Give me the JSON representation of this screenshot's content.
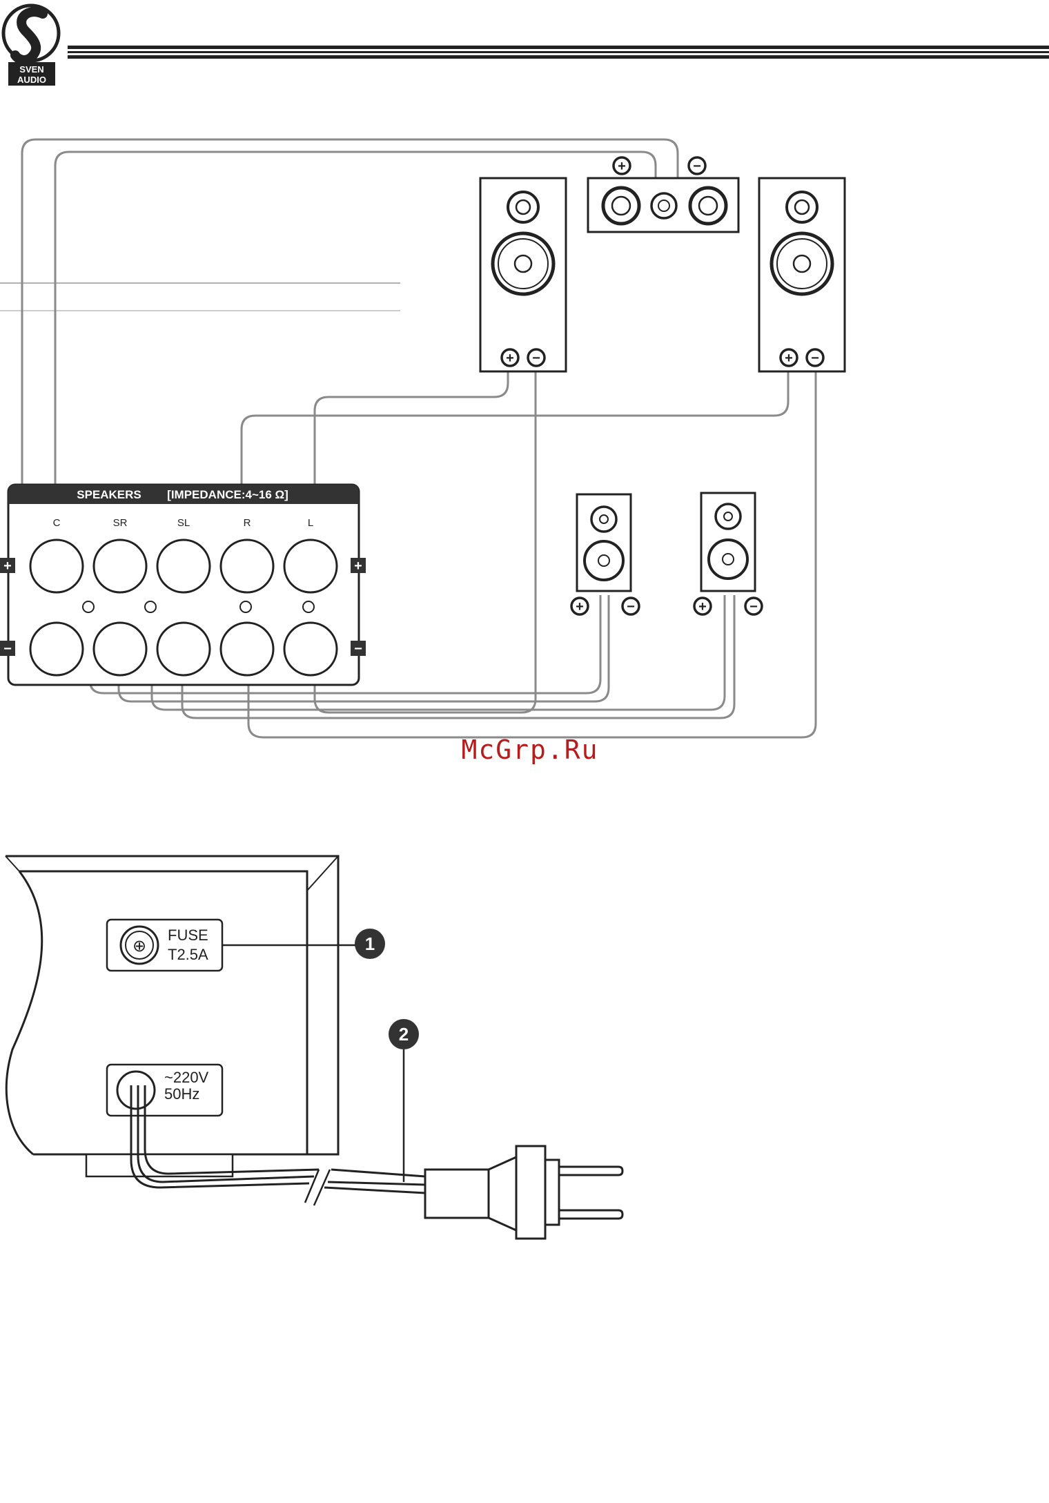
{
  "header": {
    "logo_text_line1": "SVEN",
    "logo_text_line2": "AUDIO"
  },
  "speaker_panel": {
    "title": "SPEAKERS",
    "impedance": "[IMPEDANCE:4~16 Ω]",
    "channels": [
      "C",
      "SR",
      "SL",
      "R",
      "L"
    ],
    "plus_symbol": "+",
    "minus_symbol": "−"
  },
  "polarity": {
    "plus": "+",
    "minus": "−"
  },
  "watermark": "McGrp.Ru",
  "rear_panel": {
    "fuse_line1": "FUSE",
    "fuse_line2": "T2.5A",
    "power_line1": "~220V",
    "power_line2": "50Hz",
    "callout_1": "1",
    "callout_2": "2"
  },
  "colors": {
    "ink": "#222222",
    "panel_header": "#333333",
    "wire": "#888888",
    "watermark": "#b71c1c"
  }
}
